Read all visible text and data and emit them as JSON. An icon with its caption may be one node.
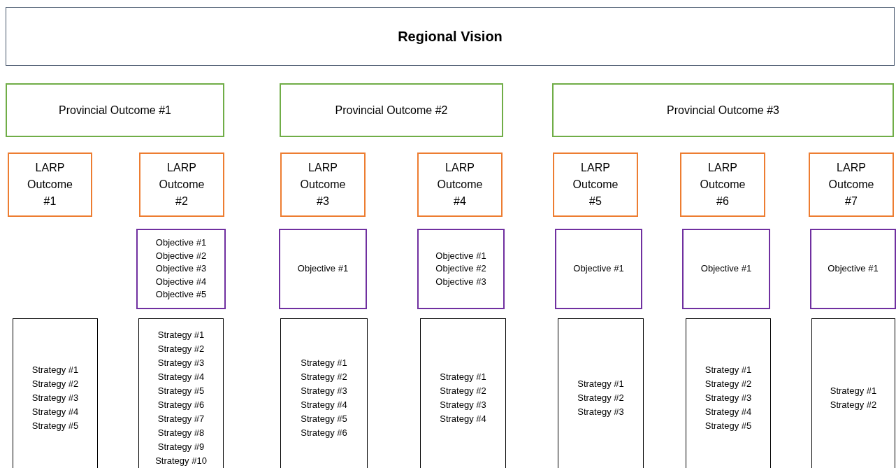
{
  "diagram": {
    "nodes": [
      {
        "text": [
          "Regional Vision"
        ]
      },
      {
        "text": [
          "Provincial Outcome #1"
        ]
      },
      {
        "text": [
          "Provincial Outcome #2"
        ]
      },
      {
        "text": [
          "Provincial Outcome #3"
        ]
      },
      {
        "text": [
          "LARP Outcome #1"
        ]
      },
      {
        "text": [
          "LARP Outcome #2"
        ]
      },
      {
        "text": [
          "LARP Outcome #3"
        ]
      },
      {
        "text": [
          "LARP Outcome #4"
        ]
      },
      {
        "text": [
          "LARP Outcome #5"
        ]
      },
      {
        "text": [
          "LARP Outcome #6"
        ]
      },
      {
        "text": [
          "LARP Outcome #7"
        ]
      },
      {
        "text": [
          "Objective #1",
          "Objective #2",
          "Objective #3",
          "Objective #4",
          "Objective #5"
        ]
      },
      {
        "text": [
          "Objective #1"
        ]
      },
      {
        "text": [
          "Objective #1",
          "Objective #2",
          "Objective #3"
        ]
      },
      {
        "text": [
          "Objective #1"
        ]
      },
      {
        "text": [
          "Objective #1"
        ]
      },
      {
        "text": [
          "Objective #1"
        ]
      },
      {
        "text": [
          "Strategy #1",
          "Strategy #2",
          "Strategy #3",
          "Strategy #4",
          "Strategy #5"
        ]
      },
      {
        "text": [
          "Strategy #1",
          "Strategy #2",
          "Strategy #3",
          "Strategy #4",
          "Strategy #5",
          "Strategy #6",
          "Strategy #7",
          "Strategy #8",
          "Strategy #9",
          "Strategy #10"
        ]
      },
      {
        "text": [
          "Strategy #1",
          "Strategy #2",
          "Strategy #3",
          "Strategy #4",
          "Strategy #5",
          "Strategy #6"
        ]
      },
      {
        "text": [
          "Strategy #1",
          "Strategy #2",
          "Strategy #3",
          "Strategy #4"
        ]
      },
      {
        "text": [
          "Strategy #1",
          "Strategy #2",
          "Strategy #3"
        ]
      },
      {
        "text": [
          "Strategy #1",
          "Strategy #2",
          "Strategy #3",
          "Strategy #4",
          "Strategy #5"
        ]
      },
      {
        "text": [
          "Strategy #1",
          "Strategy #2"
        ]
      }
    ]
  }
}
